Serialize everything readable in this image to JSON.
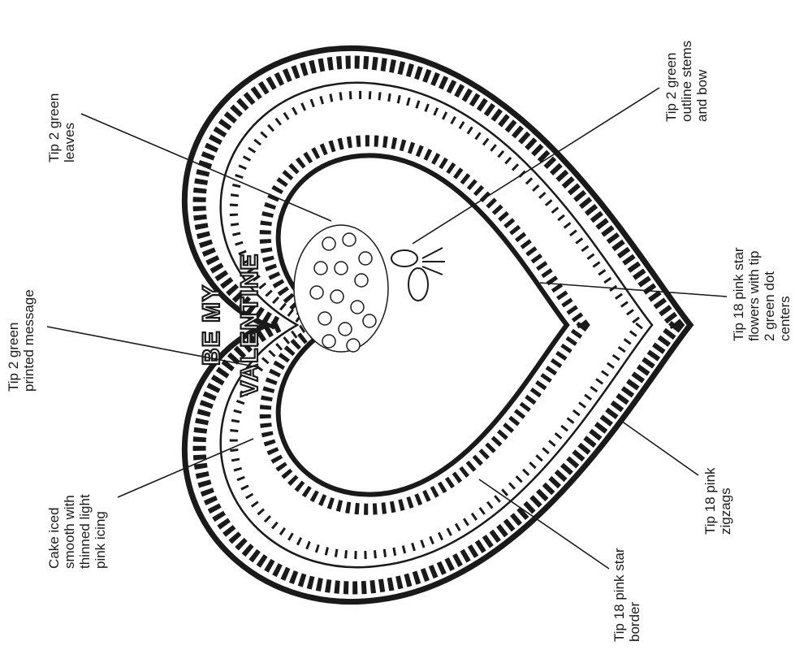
{
  "diagram": {
    "title": "",
    "message": {
      "line1": "BE MY",
      "line2": "VALENTINE"
    },
    "callouts": {
      "green_leaves": [
        "Tip 2 green",
        "leaves"
      ],
      "green_message": [
        "Tip 2 green",
        "printed message"
      ],
      "cake_iced": [
        "Cake iced",
        "smooth with",
        "thinned light",
        "pink icing"
      ],
      "star_border": [
        "Tip 18 pink star",
        "border"
      ],
      "zigzags": [
        "Tip 18 pink",
        "zigzags"
      ],
      "star_flowers": [
        "Tip 18 pink star",
        "flowers with tip",
        "2 green dot",
        "centers"
      ],
      "outline_stems": [
        "Tip 2 green",
        "outline stems",
        "and bow"
      ]
    }
  }
}
